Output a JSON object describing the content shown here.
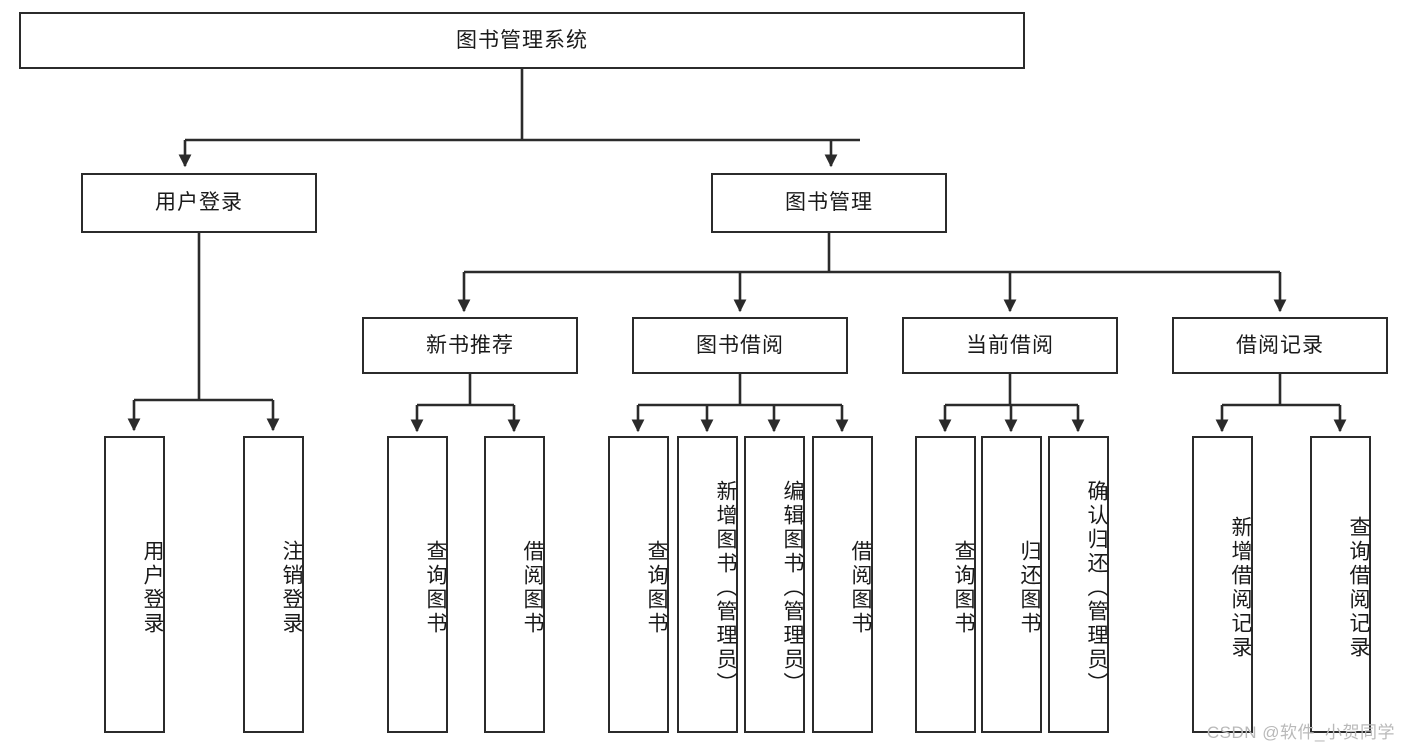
{
  "diagram": {
    "title": "图书管理系统",
    "type": "tree-hierarchy",
    "stroke_color": "#2b2b2b",
    "fill_color": "#ffffff",
    "text_color": "#1a1a1a"
  },
  "root": {
    "label": "图书管理系统"
  },
  "level2": [
    {
      "label": "用户登录"
    },
    {
      "label": "图书管理"
    }
  ],
  "level3": [
    {
      "label": "新书推荐"
    },
    {
      "label": "图书借阅"
    },
    {
      "label": "当前借阅"
    },
    {
      "label": "借阅记录"
    }
  ],
  "leaves": {
    "user_login": [
      {
        "label": "用户登录"
      },
      {
        "label": "注销登录"
      }
    ],
    "new_book_recommend": [
      {
        "label": "查询图书"
      },
      {
        "label": "借阅图书"
      }
    ],
    "book_borrow": [
      {
        "label": "查询图书"
      },
      {
        "label": "新增图书（管理员）"
      },
      {
        "label": "编辑图书（管理员）"
      },
      {
        "label": "借阅图书"
      }
    ],
    "current_borrow": [
      {
        "label": "查询图书"
      },
      {
        "label": "归还图书"
      },
      {
        "label": "确认归还（管理员）"
      }
    ],
    "borrow_record": [
      {
        "label": "新增借阅记录"
      },
      {
        "label": "查询借阅记录"
      }
    ]
  },
  "watermark": {
    "text": "CSDN @软件_小贺同学"
  }
}
